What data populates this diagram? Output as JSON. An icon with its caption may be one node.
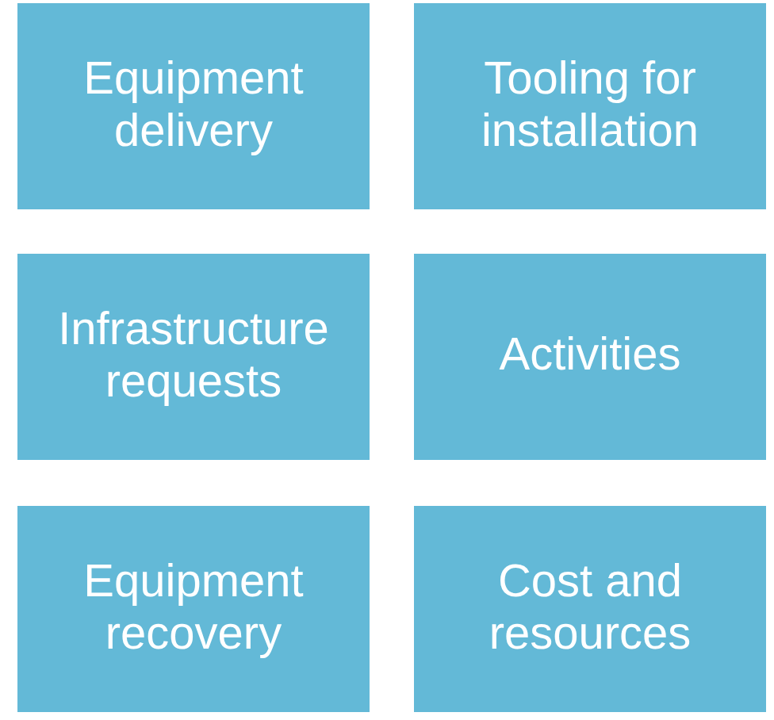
{
  "diagram": {
    "nodes": [
      {
        "text": [
          "Equipment delivery"
        ]
      },
      {
        "text": [
          "Tooling for installation"
        ]
      },
      {
        "text": [
          "Infrastructure requests"
        ]
      },
      {
        "text": [
          "Activities"
        ]
      },
      {
        "text": [
          "Equipment recovery"
        ]
      },
      {
        "text": [
          "Cost and resources"
        ]
      }
    ]
  }
}
